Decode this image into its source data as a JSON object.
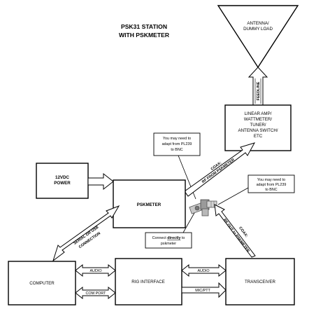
{
  "title_line1": "PSK31 STATION",
  "title_line2": "WITH PSKMETER",
  "antenna": {
    "line1": "ANTENNA/",
    "line2": "DUMMY LOAD"
  },
  "feedline_label": "FEEDLINE",
  "linear_amp": {
    "line1": "LINEAR AMP/",
    "line2": "WATTMETER/",
    "line3": "TUNER/",
    "line4": "ANTENNA SWITCH/",
    "line5": "ETC"
  },
  "note_top": {
    "line1": "You may need to",
    "line2": "adapt from PL239",
    "line3": "to BNC"
  },
  "note_right": {
    "line1": "You may need to",
    "line2": "adapt from PL239",
    "line3": "to BNC"
  },
  "power": {
    "line1": "12VDC",
    "line2": "POWER"
  },
  "pskmeter": "PSKMETER",
  "coax_from_label": {
    "line1": "COAX:",
    "line2": "RF FROM PSKMETER"
  },
  "coax_to_label": {
    "line1": "COAX:",
    "line2": "RF OUT to PSKMETER"
  },
  "connect_note": {
    "line1_a": "Connect ",
    "line1_b": "directly",
    "line1_c": " to",
    "line2": "pskmeter"
  },
  "serial_label": {
    "line1": "SERIAL OR USB",
    "line2": "CONNECTION"
  },
  "computer": "COMPUTER",
  "rig_interface": "RIG INTERFACE",
  "transceiver": "TRANSCEIVER",
  "audio_left": "AUDIO",
  "com_port": "COM PORT",
  "audio_right": "AUDIO",
  "mic_ptt": "MIC/PTT"
}
